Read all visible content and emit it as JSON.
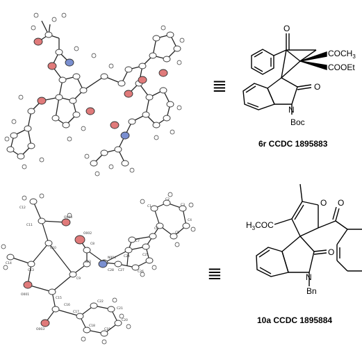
{
  "panel_top": {
    "equiv_symbol": "≣",
    "labels": {
      "carbonyl_o": "O",
      "acetyl": "COCH",
      "acetyl_sub": "3",
      "ester": "COOEt",
      "lactam_o": "O",
      "n_atom": "N",
      "protect": "Boc"
    },
    "caption": "6r CCDC 1895883"
  },
  "panel_bottom": {
    "equiv_symbol": "≣",
    "labels": {
      "acetyl": "H",
      "acetyl_sub": "3",
      "acetyl_tail": "COC",
      "furan_o": "O",
      "carbonyl_o": "O",
      "lactam_o": "O",
      "n_atom": "N",
      "protect": "Bn"
    },
    "caption": "10a CCDC 1895884",
    "atom_labels": [
      "C12",
      "O003",
      "C11",
      "C10",
      "C13",
      "C14",
      "O001",
      "C15",
      "C16",
      "O003",
      "C17",
      "C18",
      "C19",
      "C20",
      "C21",
      "C22",
      "O002",
      "C8",
      "N004",
      "C7",
      "C1",
      "C2",
      "C3",
      "C4",
      "C5",
      "C6",
      "C23",
      "C24",
      "C25",
      "C26",
      "C27",
      "C9",
      "C28"
    ]
  },
  "colors": {
    "bond": "#000000",
    "oxygen": "#d9534f",
    "nitrogen": "#3a5fb0",
    "carbon": "#ffffff",
    "outline": "#333333"
  }
}
